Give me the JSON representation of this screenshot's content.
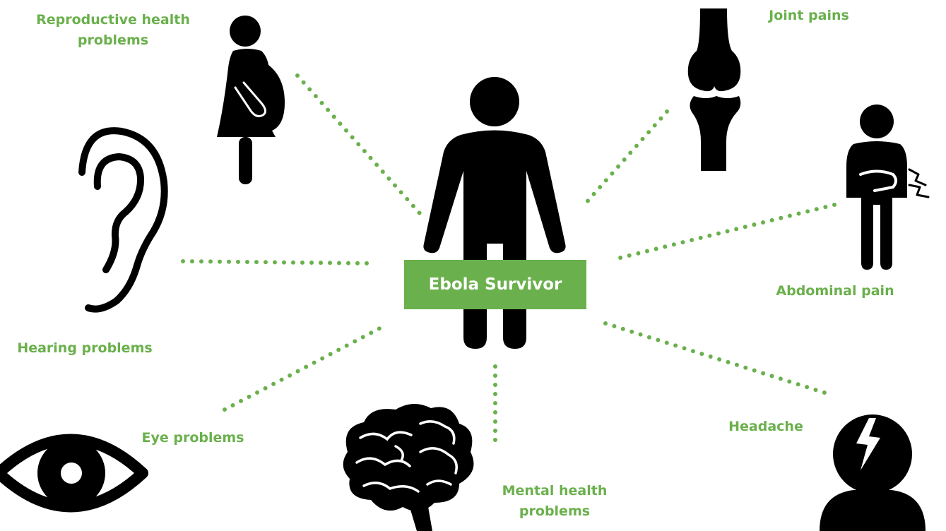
{
  "accent_color": "#6ab04c",
  "icon_color": "#000000",
  "center": {
    "label": "Ebola Survivor",
    "icon": "person-icon"
  },
  "symptoms": [
    {
      "lines": [
        "Reproductive health",
        "problems"
      ],
      "icon": "pregnant-woman-icon"
    },
    {
      "lines": [
        "Joint pains"
      ],
      "icon": "knee-joint-icon"
    },
    {
      "lines": [
        "Abdominal pain"
      ],
      "icon": "stomach-ache-icon"
    },
    {
      "lines": [
        "Hearing problems"
      ],
      "icon": "ear-icon"
    },
    {
      "lines": [
        "Eye problems"
      ],
      "icon": "eye-icon"
    },
    {
      "lines": [
        "Mental health",
        "problems"
      ],
      "icon": "brain-icon"
    },
    {
      "lines": [
        "Headache"
      ],
      "icon": "headache-icon"
    }
  ]
}
